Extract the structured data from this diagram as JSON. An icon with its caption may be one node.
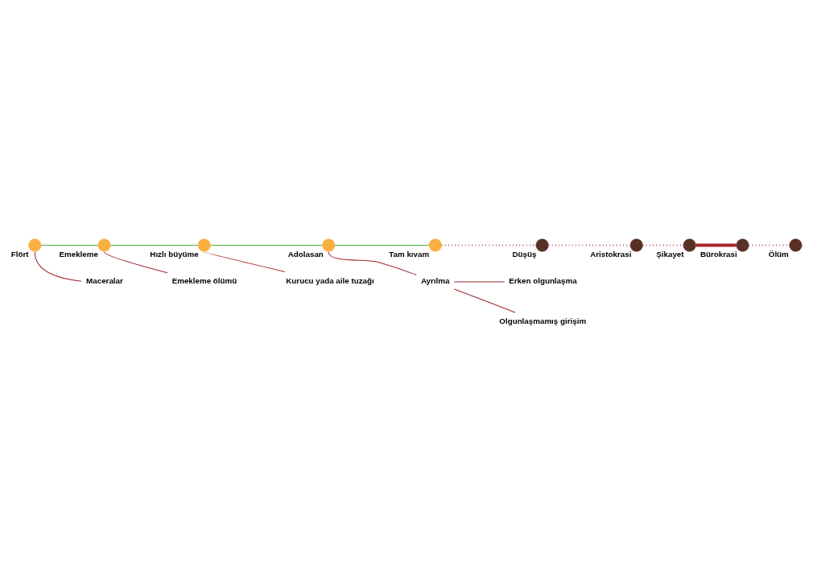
{
  "diagram": {
    "nodes": [
      {
        "text": [
          "Flört"
        ]
      },
      {
        "text": [
          "Emekleme"
        ]
      },
      {
        "text": [
          "Hızlı büyüme"
        ]
      },
      {
        "text": [
          "Adolasan"
        ]
      },
      {
        "text": [
          "Tam kıvam"
        ]
      },
      {
        "text": [
          "Düşüş"
        ]
      },
      {
        "text": [
          "Aristokrasi"
        ]
      },
      {
        "text": [
          "Şikayet"
        ]
      },
      {
        "text": [
          "Bürokrasi"
        ]
      },
      {
        "text": [
          "Ölüm"
        ]
      },
      {
        "text": [
          "Maceralar"
        ]
      },
      {
        "text": [
          "Emekleme ölümü"
        ]
      },
      {
        "text": [
          "Kurucu yada aile tuzağı"
        ]
      },
      {
        "text": [
          "Ayrılma"
        ]
      },
      {
        "text": [
          "Erken olgunlaşma"
        ]
      },
      {
        "text": [
          "Olgunlaşmamış girişim"
        ]
      }
    ],
    "edges": [
      {
        "from": 0,
        "to": 1,
        "arrow": "none",
        "color": "#4caf3c"
      },
      {
        "from": 1,
        "to": 2,
        "arrow": "none",
        "color": "#4caf3c"
      },
      {
        "from": 2,
        "to": 3,
        "arrow": "none",
        "color": "#4caf3c"
      },
      {
        "from": 3,
        "to": 4,
        "arrow": "none",
        "color": "#4caf3c"
      },
      {
        "from": 4,
        "to": 5,
        "arrow": "none",
        "style": "dashed"
      },
      {
        "from": 5,
        "to": 6,
        "arrow": "none",
        "style": "dashed"
      },
      {
        "from": 6,
        "to": 7,
        "arrow": "none",
        "style": "dashed"
      },
      {
        "from": 7,
        "to": 8,
        "arrow": "none",
        "style": "thick"
      },
      {
        "from": 8,
        "to": 9,
        "arrow": "none",
        "style": "dashed"
      },
      {
        "from": 0,
        "to": 10,
        "arrow": "none"
      },
      {
        "from": 1,
        "to": 11,
        "arrow": "none"
      },
      {
        "from": 2,
        "to": 12,
        "arrow": "none"
      },
      {
        "from": 3,
        "to": 13,
        "arrow": "none"
      },
      {
        "from": 13,
        "to": 14,
        "arrow": "none"
      },
      {
        "from": 13,
        "to": 15,
        "arrow": "none"
      }
    ]
  }
}
